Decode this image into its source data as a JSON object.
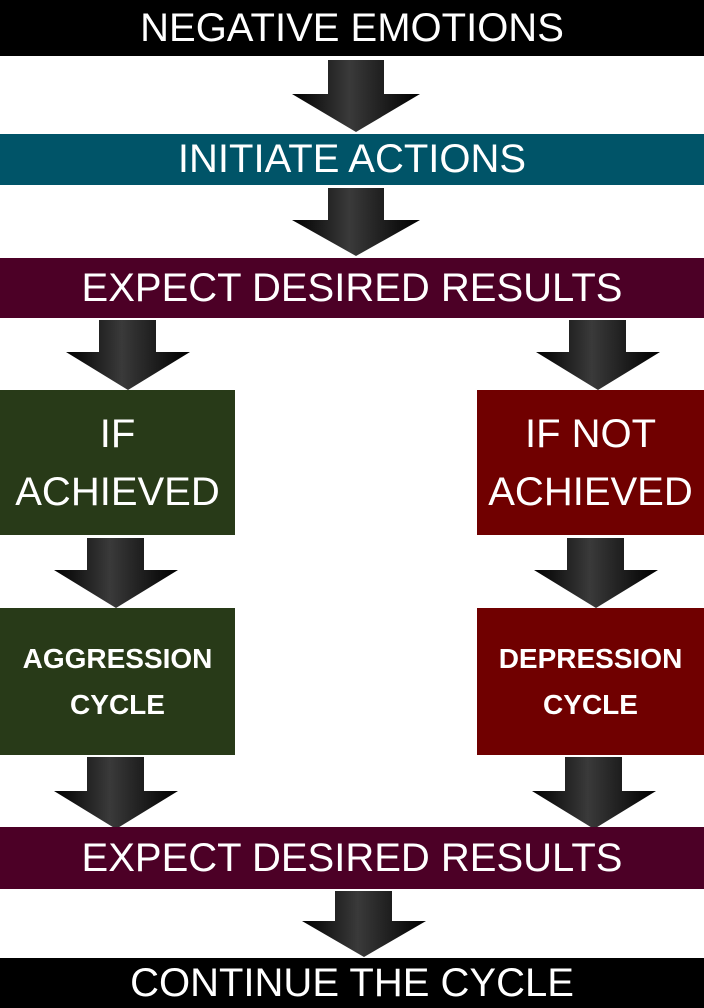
{
  "colors": {
    "black_band": "#000000",
    "teal_band": "#005468",
    "maroon_band": "#4c0026",
    "green_box": "#283a18",
    "red_box": "#700000",
    "arrow": "#0a0a0a"
  },
  "steps": {
    "negative_emotions": "NEGATIVE EMOTIONS",
    "initiate_actions": "INITIATE ACTIONS",
    "expect_results_top": "EXPECT DESIRED RESULTS",
    "expect_results_bottom": "EXPECT DESIRED RESULTS",
    "continue_cycle": "CONTINUE THE CYCLE"
  },
  "left_branch": {
    "condition_line1": "IF",
    "condition_line2": "ACHIEVED",
    "outcome_line1": "AGGRESSION",
    "outcome_line2": "CYCLE"
  },
  "right_branch": {
    "condition_line1": "IF NOT",
    "condition_line2": "ACHIEVED",
    "outcome_line1": "DEPRESSION",
    "outcome_line2": "CYCLE"
  }
}
